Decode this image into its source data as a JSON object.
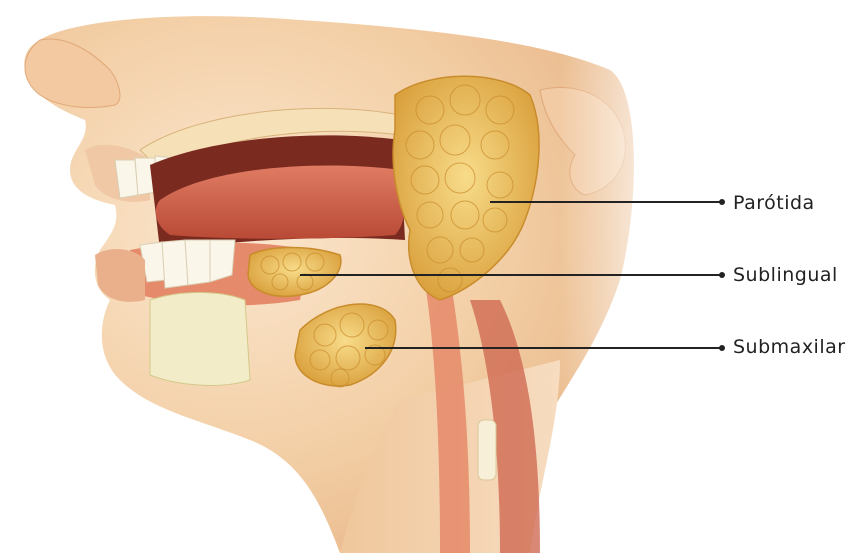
{
  "labels": {
    "parotida": "Parótida",
    "sublingual": "Sublingual",
    "submaxilar": "Submaxilar"
  },
  "colors": {
    "skin": "#f4d3b0",
    "gland": "#e8b95a",
    "muscle": "#d8705a",
    "leader_line": "#222222"
  }
}
